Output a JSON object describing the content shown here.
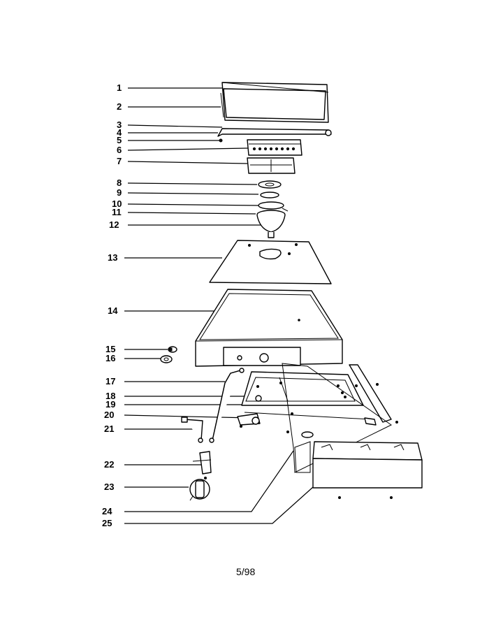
{
  "diagram": {
    "callouts": [
      "1",
      "2",
      "3",
      "4",
      "5",
      "6",
      "7",
      "8",
      "9",
      "10",
      "11",
      "12",
      "13",
      "14",
      "15",
      "16",
      "17",
      "18",
      "19",
      "20",
      "21",
      "22",
      "23",
      "24",
      "25"
    ],
    "footer": "5/98"
  }
}
